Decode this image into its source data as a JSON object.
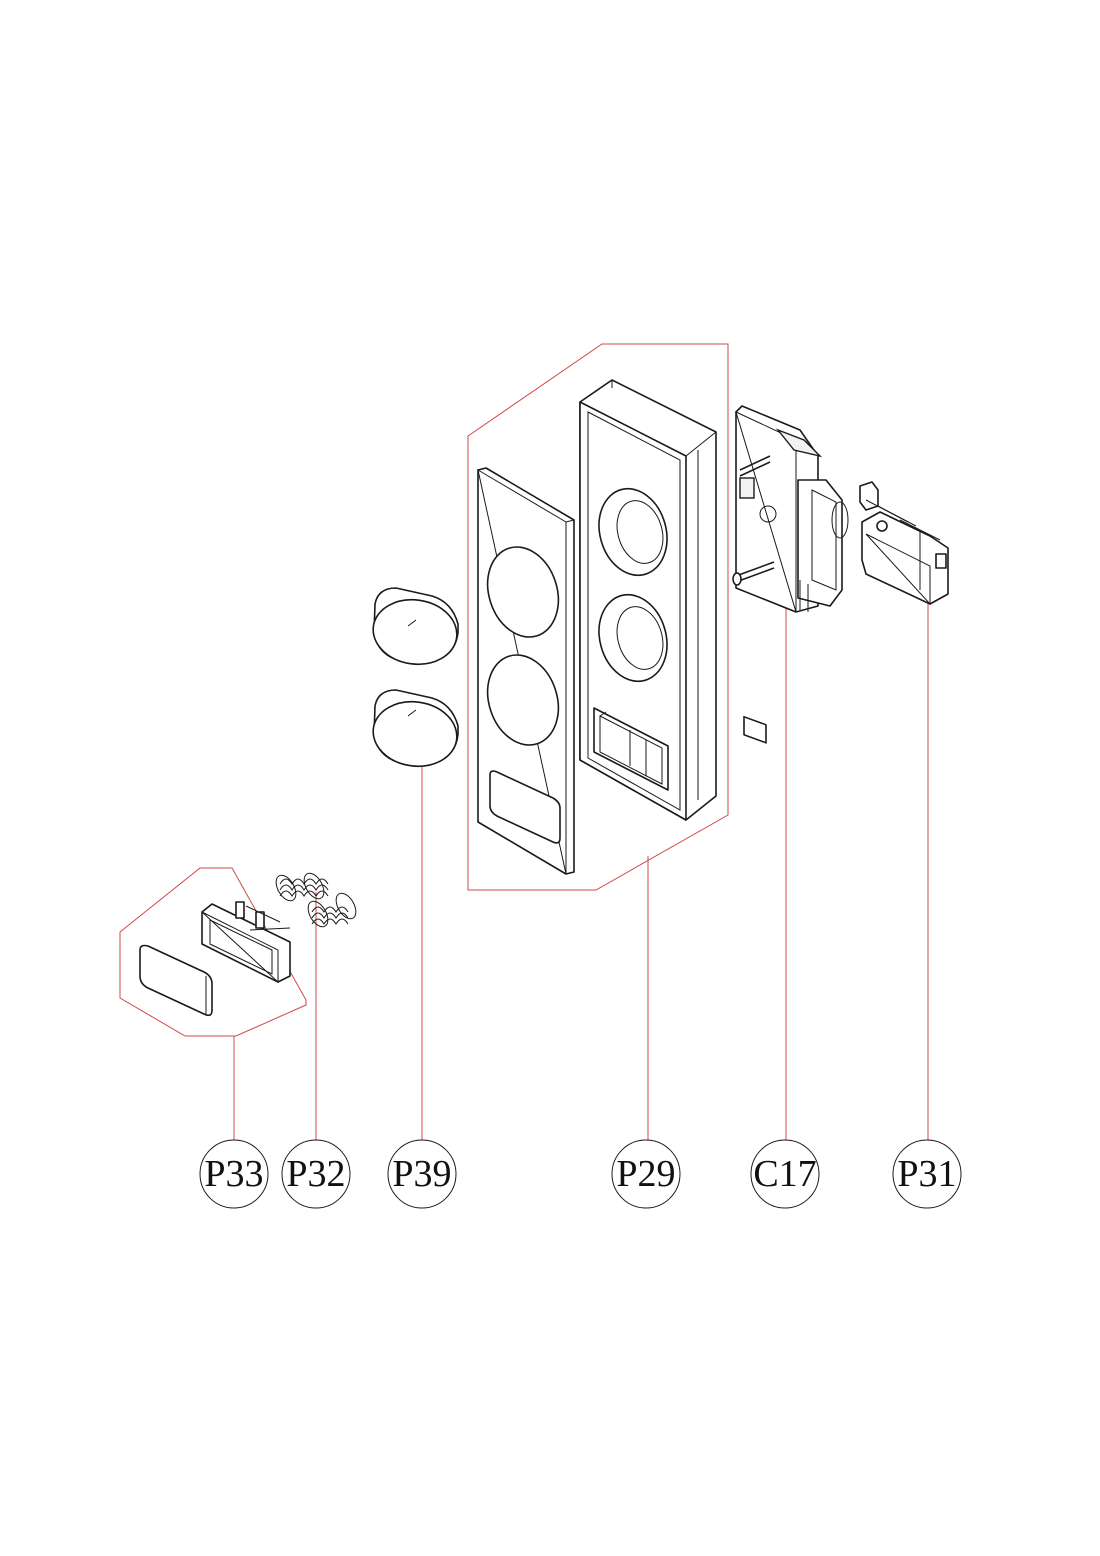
{
  "colors": {
    "leader": "#d04848",
    "line": "#1a1a1a",
    "background": "#ffffff"
  },
  "callouts": [
    {
      "id": "p33",
      "label": "P33"
    },
    {
      "id": "p32",
      "label": "P32"
    },
    {
      "id": "p39",
      "label": "P39"
    },
    {
      "id": "p29",
      "label": "P29"
    },
    {
      "id": "c17",
      "label": "C17"
    },
    {
      "id": "p31",
      "label": "P31"
    }
  ]
}
